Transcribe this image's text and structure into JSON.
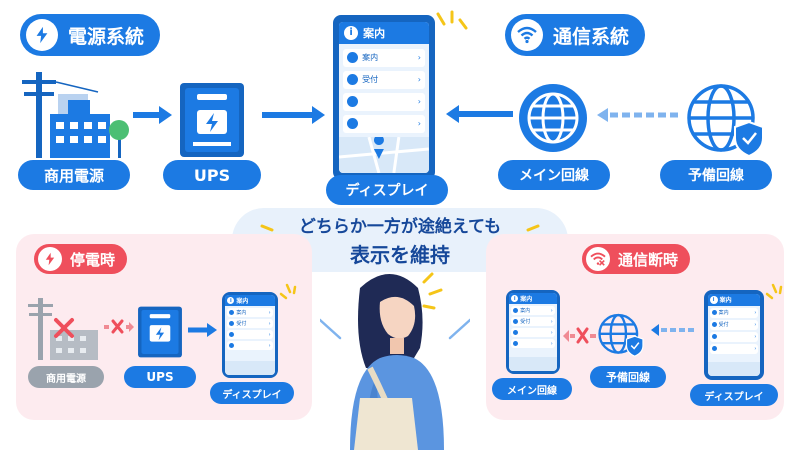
{
  "top": {
    "power_header": "電源系統",
    "comm_header": "通信系統",
    "power_source_label": "商用電源",
    "ups_label": "UPS",
    "display_label": "ディスプレイ",
    "main_line_label": "メイン回線",
    "backup_line_label": "予備回線"
  },
  "tablet_big": {
    "title": "案内",
    "rows": [
      "案内",
      "受付",
      "",
      ""
    ]
  },
  "center_message": {
    "line1": "どちらか一方が途絶えても",
    "line2": "表示を維持"
  },
  "outage_panel": {
    "header": "停電時",
    "power_source_label": "商用電源",
    "ups_label": "UPS",
    "display_label": "ディスプレイ",
    "tablet_title": "案内",
    "tablet_rows": [
      "案内",
      "受付",
      "",
      ""
    ]
  },
  "comm_panel": {
    "header": "通信断時",
    "main_line_label": "メイン回線",
    "backup_line_label": "予備回線",
    "display_label": "ディスプレイ",
    "tablet_title": "案内",
    "tablet_rows": [
      "案内",
      "受付",
      "",
      ""
    ]
  },
  "colors": {
    "primary": "#1c7ae3",
    "dark": "#1565c0",
    "alert": "#ef4f5c",
    "panel_bg": "#fdebef"
  }
}
